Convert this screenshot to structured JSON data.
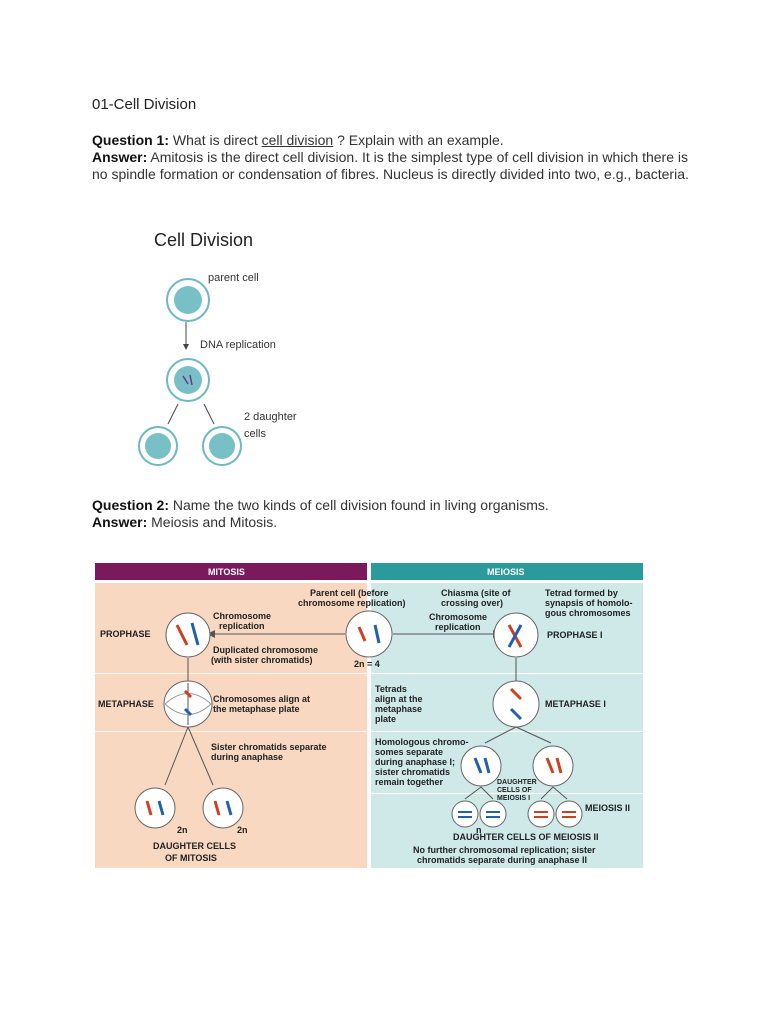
{
  "heading": "01-Cell Division",
  "q1": {
    "q_label": "Question 1:",
    "q_before": " What is direct ",
    "q_link": "cell division",
    "q_after": " ? Explain with an example.",
    "a_label": "Answer:",
    "a_text": " Amitosis is the direct cell division. It is the simplest type of cell division in which there is no spindle formation or condensation of fibres. Nucleus is directly divided into two, e.g., bacteria."
  },
  "figure1": {
    "title": "Cell Division",
    "parent": "parent cell",
    "dna": "DNA replication",
    "daughter_line1": "2 daughter",
    "daughter_line2": "cells"
  },
  "q2": {
    "q_label": "Question 2:",
    "q_text": " Name the two kinds of cell division found in living organisms.",
    "a_label": "Answer:",
    "a_text": " Meiosis and Mitosis."
  },
  "figure2": {
    "mitosis_header": "MITOSIS",
    "meiosis_header": "MEIOSIS",
    "parent_cell": "Parent cell (before",
    "parent_cell2": "chromosome replication)",
    "chiasma": "Chiasma (site of",
    "chiasma2": "crossing over)",
    "tetrad": "Tetrad formed by",
    "tetrad2": "synapsis of homolo-",
    "tetrad3": "gous chromosomes",
    "prophase": "PROPHASE",
    "chrom_rep": "Chromosome",
    "chrom_rep2": "replication",
    "chrom_rep_m": "Chromosome",
    "chrom_rep_m2": "replication",
    "prophase1": "PROPHASE I",
    "dup_chrom": "Duplicated chromosome",
    "dup_chrom2": "(with sister chromatids)",
    "two_n_4": "2n = 4",
    "metaphase": "METAPHASE",
    "chrom_align": "Chromosomes align at",
    "chrom_align2": "the metaphase plate",
    "tetrads_align": "Tetrads",
    "tetrads_align2": "align at the",
    "tetrads_align3": "metaphase",
    "tetrads_align4": "plate",
    "metaphase1": "METAPHASE I",
    "sister_sep": "Sister chromatids separate",
    "sister_sep2": "during anaphase",
    "homolog": "Homologous chromo-",
    "homolog2": "somes separate",
    "homolog3": "during anaphase I;",
    "homolog4": "sister chromatids",
    "homolog5": "remain together",
    "daughter_meiosis1": "DAUGHTER",
    "daughter_meiosis1b": "CELLS OF",
    "daughter_meiosis1c": "MEIOSIS I",
    "meiosis2": "MEIOSIS II",
    "two_n_a": "2n",
    "two_n_b": "2n",
    "n_label": "n",
    "daughter_mitosis": "DAUGHTER CELLS",
    "daughter_mitosis2": "OF MITOSIS",
    "daughter_meiosis2": "DAUGHTER CELLS OF MEIOSIS II",
    "no_further": "No further chromosomal replication; sister",
    "no_further2": "chromatids separate during anaphase II",
    "colors": {
      "mitosis_header": "#7a1a5c",
      "meiosis_header": "#2a9a9a",
      "mitosis_bg": "#f8d8c0",
      "meiosis_bg": "#cfe8e8"
    }
  }
}
